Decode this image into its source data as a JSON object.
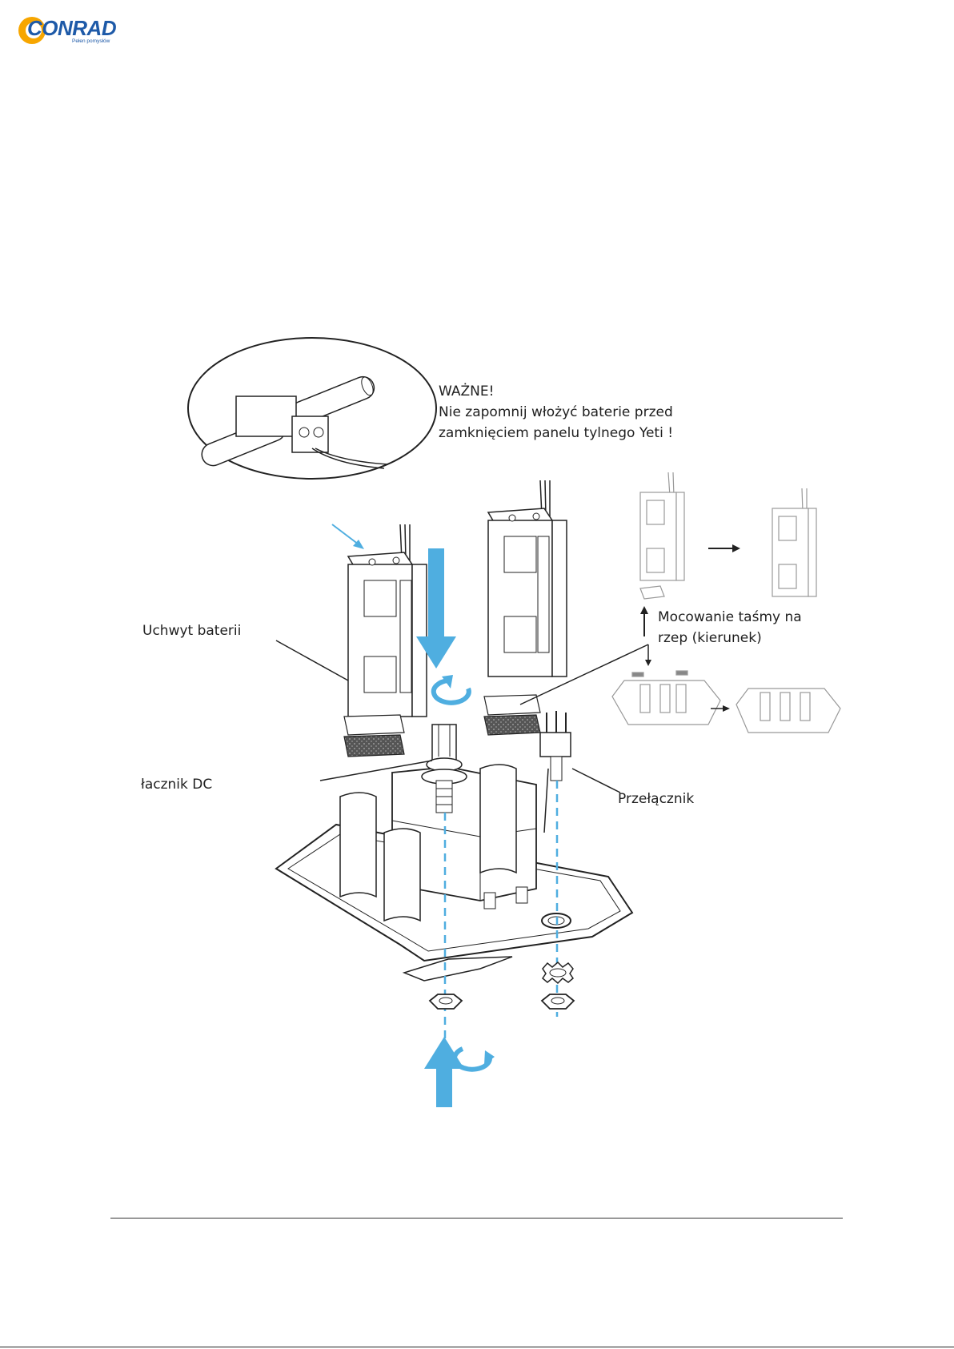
{
  "header": {
    "brand": "CONRAD",
    "slogan": "Pełen pomysłów"
  },
  "figure": {
    "warning_title": "WAŻNE!",
    "warning_line1": "Nie zapomnij włożyć baterie przed",
    "warning_line2": "zamknięciem panelu tylnego Yeti !",
    "label_battery_holder": "Uchwyt baterii",
    "label_dc_jack": "łacznik DC",
    "label_switch": "Przełącznik",
    "label_velcro_line1": "Mocowanie taśmy na",
    "label_velcro_line2": "rzep (kierunek)"
  },
  "colors": {
    "brand_blue": "#1e5aa8",
    "brand_orange": "#f7a600",
    "arrow_blue": "#4faee0",
    "line_gray": "#333333"
  }
}
